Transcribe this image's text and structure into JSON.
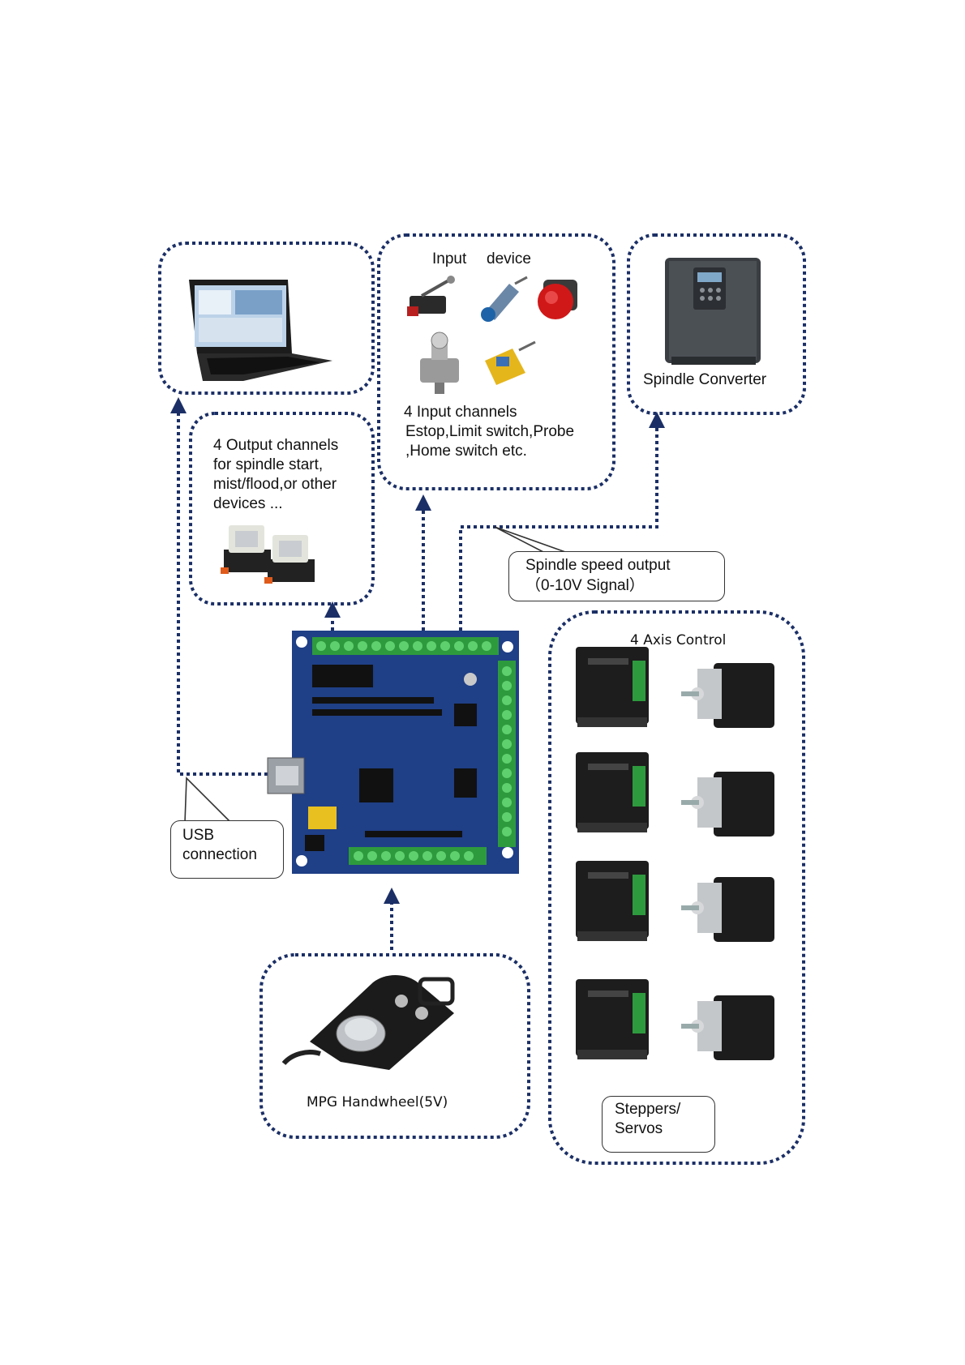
{
  "input_box": {
    "title_input": "Input",
    "title_device": "device",
    "line1": "4 Input channels",
    "line2": "Estop,Limit switch,Probe",
    "line3": ",Home switch etc."
  },
  "spindle_box": {
    "label": "Spindle Converter"
  },
  "output_box": {
    "line1": "4 Output channels",
    "line2": "for spindle start,",
    "line3": "mist/flood,or other",
    "line4": "devices ..."
  },
  "spindle_speed": {
    "line1": "Spindle speed output",
    "line2": "（0-10V Signal）"
  },
  "axis_box": {
    "title": "4 Axis Control",
    "callout_line1": "Steppers/",
    "callout_line2": "Servos"
  },
  "usb": {
    "line1": "USB",
    "line2": "connection"
  },
  "mpg": {
    "label": "MPG Handwheel(5V)"
  },
  "colors": {
    "dots": "#1b2f66",
    "board": "#1f3f86",
    "terminal": "#2e9a3e"
  }
}
